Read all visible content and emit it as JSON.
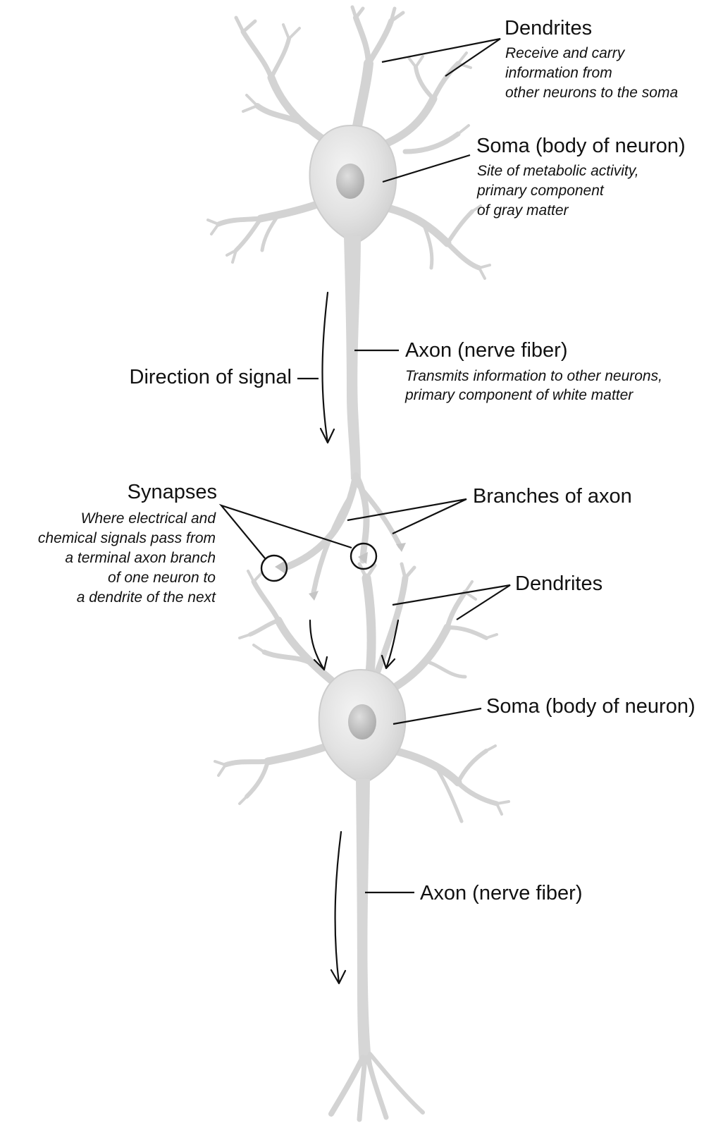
{
  "colors": {
    "neuron_fill": "#d3d3d3",
    "soma_highlight": "#f2f2f2",
    "nucleus": "#b9b9b9",
    "ink": "#111111",
    "background": "#ffffff"
  },
  "labels": {
    "dendrites_top": {
      "title": "Dendrites",
      "desc": [
        "Receive and carry",
        "information from",
        "other neurons to the soma"
      ]
    },
    "soma_top": {
      "title": "Soma (body of neuron)",
      "desc": [
        "Site of metabolic activity,",
        "primary component",
        "of gray matter"
      ]
    },
    "axon_top": {
      "title": "Axon (nerve fiber)",
      "desc": [
        "Transmits information to other neurons,",
        "primary component of white matter"
      ]
    },
    "direction": {
      "title": "Direction of signal"
    },
    "synapses": {
      "title": "Synapses",
      "desc": [
        "Where electrical and",
        "chemical signals pass from",
        "a terminal axon branch",
        "of one neuron to",
        "a dendrite of the next"
      ]
    },
    "branches": {
      "title": "Branches of axon"
    },
    "dendrites_bottom": {
      "title": "Dendrites"
    },
    "soma_bottom": {
      "title": "Soma (body of neuron)"
    },
    "axon_bottom": {
      "title": "Axon (nerve fiber)"
    }
  },
  "icons": {
    "signal_arrow": "down-arrow-icon",
    "synapse_marker": "circle-outline-icon"
  }
}
